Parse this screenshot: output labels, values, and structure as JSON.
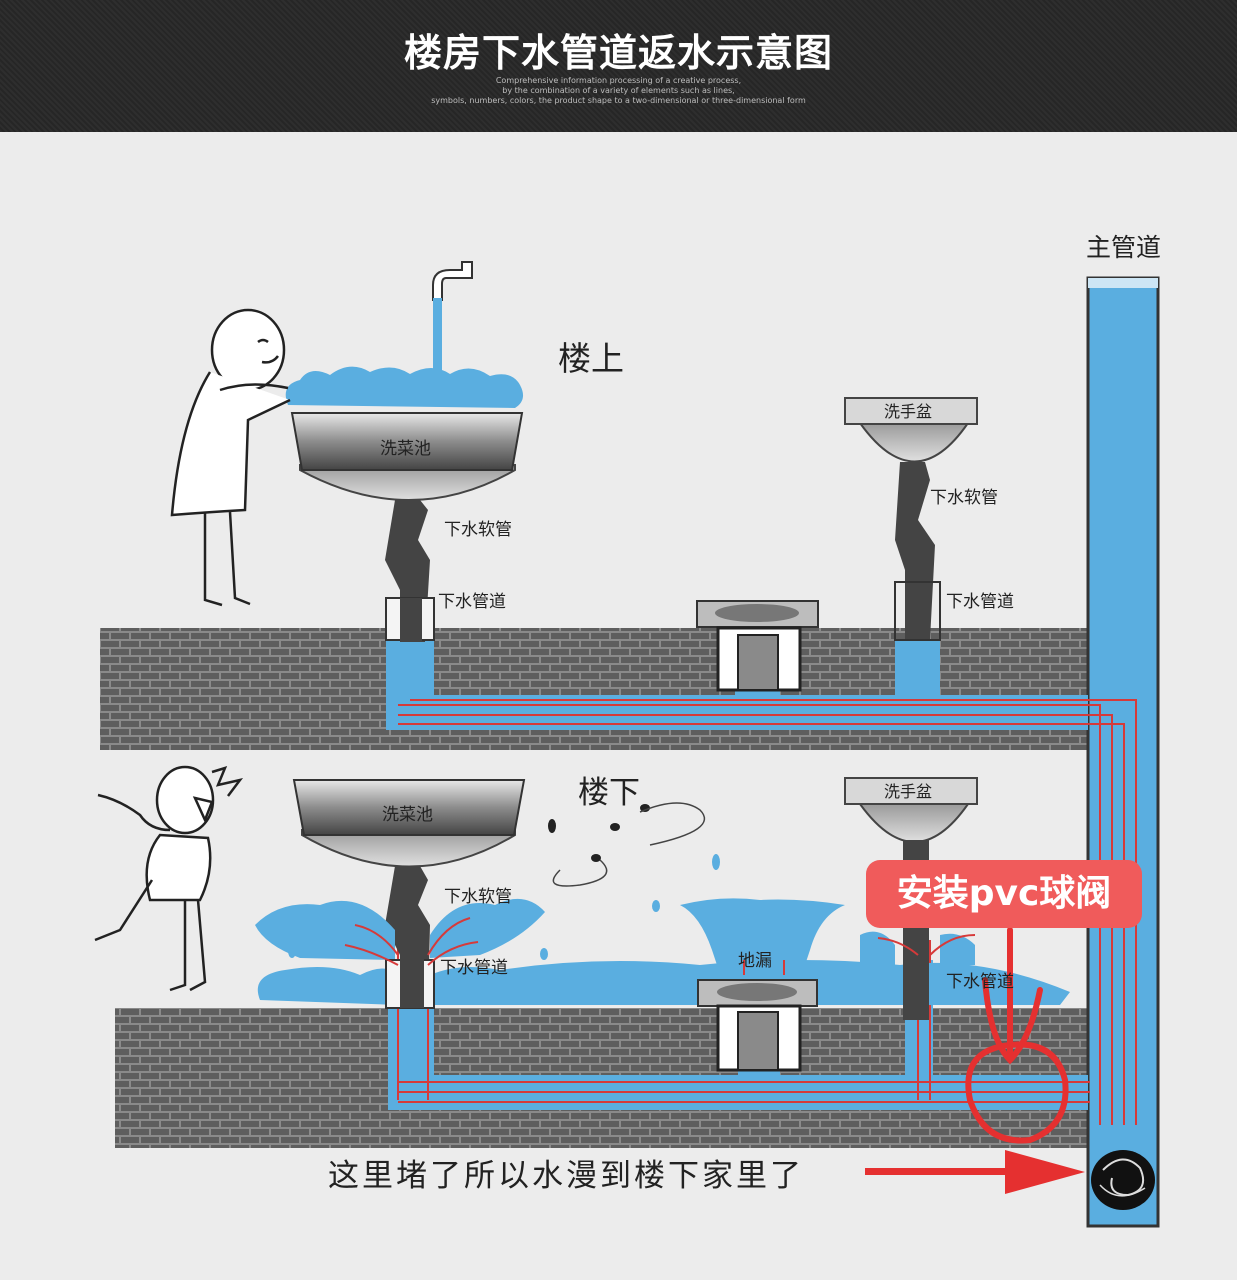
{
  "header": {
    "title": "楼房下水管道返水示意图",
    "subtitle_lines": [
      "Comprehensive information processing of a creative process,",
      "by the combination of a variety of elements such as lines,",
      "symbols, numbers, colors, the product shape to a two-dimensional or three-dimensional form"
    ]
  },
  "labels": {
    "main_pipe": "主管道",
    "upstairs": "楼上",
    "downstairs": "楼下",
    "kitchen_sink": "洗菜池",
    "wash_basin": "洗手盆",
    "drain_hose": "下水软管",
    "drain_pipe": "下水管道",
    "floor_drain": "地漏"
  },
  "callout": "安装pvc球阀",
  "caption": "这里堵了所以水漫到楼下家里了",
  "colors": {
    "water": "#5aaee0",
    "pipe_red": "#d63a3a",
    "callout_bg": "#f05b5b",
    "annotation_red": "#e53030",
    "header_bg": "#2b2b2b"
  }
}
